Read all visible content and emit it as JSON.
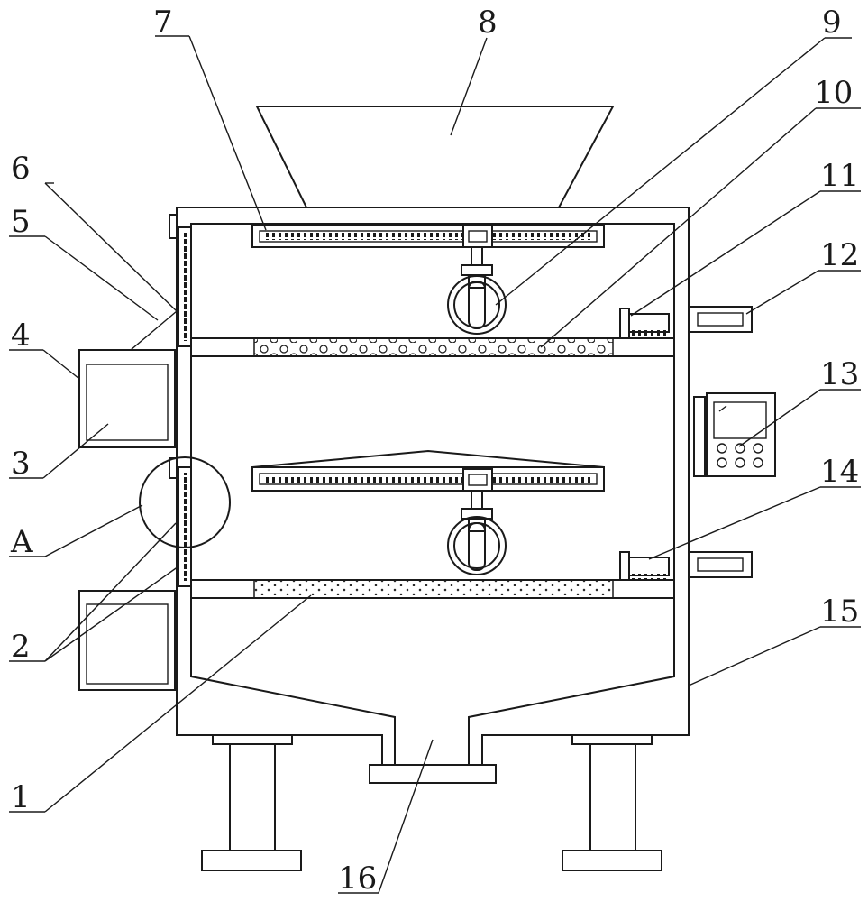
{
  "labels": {
    "l1": "1",
    "l2": "2",
    "l3": "3",
    "l4": "4",
    "l5": "5",
    "l6": "6",
    "l7": "7",
    "l8": "8",
    "l9": "9",
    "l10": "10",
    "l11": "11",
    "l12": "12",
    "l13": "13",
    "l14": "14",
    "l15": "15",
    "l16": "16",
    "lA": "A"
  }
}
